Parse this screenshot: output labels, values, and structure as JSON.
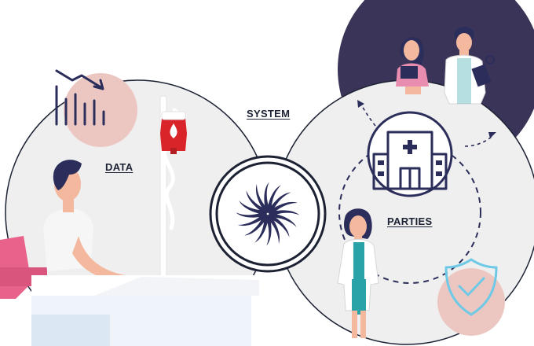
{
  "labels": {
    "data": "DATA",
    "system": "SYSTEM",
    "parties": "PARTIES"
  },
  "colors": {
    "circle_fill": "#efefef",
    "circle_stroke": "#1c2233",
    "navy": "#2b2d5a",
    "dark_navy_circle": "#3a3558",
    "pink_blob": "#ecc7c2",
    "blood_red": "#d9252a",
    "chair_pink": "#e8628c",
    "teal": "#2aa3a8",
    "skin": "#f4b89e",
    "shield_blue": "#6ec9e6"
  },
  "icons": [
    "downtrend-chart-icon",
    "blood-bag-icon",
    "hospital-icon",
    "shield-check-icon",
    "spiral-logo-icon"
  ]
}
